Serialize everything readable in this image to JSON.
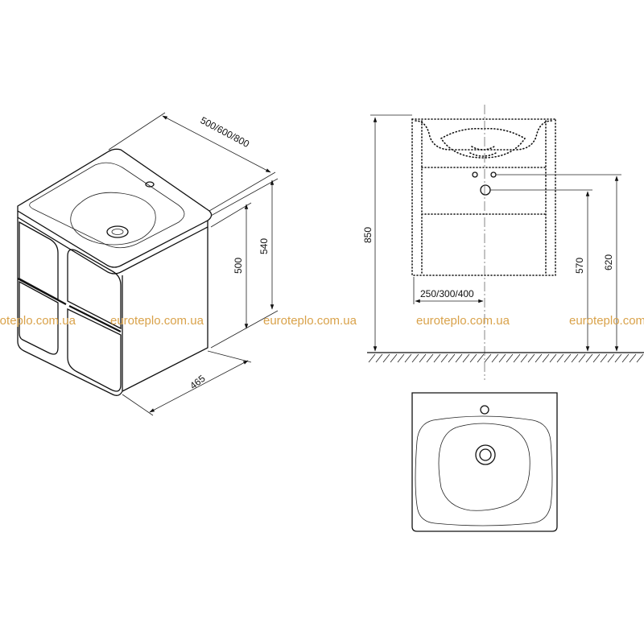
{
  "dimensions": {
    "width": "500/600/800",
    "height_top": "540",
    "height_body": "500",
    "depth": "465",
    "total_height": "850",
    "drain_offset": "250/300/400",
    "drain_height": "570",
    "supply_height": "620"
  },
  "watermarks": [
    "euroteplo.com.ua",
    "euroteplo.com.ua",
    "euroteplo.com.ua",
    "euroteplo.com.ua",
    "euroteplo.com.ua"
  ],
  "colors": {
    "line": "#111111",
    "watermark": "#d9a24a",
    "background": "#ffffff"
  }
}
